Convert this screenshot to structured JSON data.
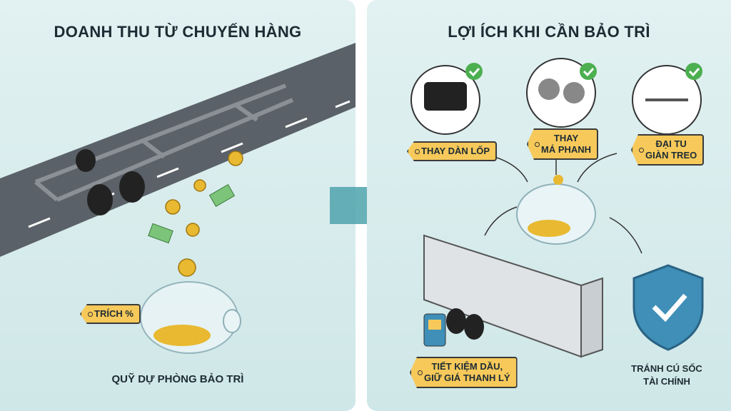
{
  "left_panel": {
    "title": "DOANH THU TỪ CHUYẾN HÀNG",
    "tag_label": "TRÍCH %",
    "caption": "QUỸ DỰ PHÒNG BẢO TRÌ"
  },
  "right_panel": {
    "title": "LỢI ÍCH KHI CẦN BẢO TRÌ",
    "items": [
      {
        "label_line1": "THAY DÀN LỐP",
        "label_line2": ""
      },
      {
        "label_line1": "THAY",
        "label_line2": "MÁ PHANH"
      },
      {
        "label_line1": "ĐẠI TU",
        "label_line2": "GIÀN TREO"
      }
    ],
    "fuel_tag_line1": "TIẾT KIỆM DẦU,",
    "fuel_tag_line2": "GIỮ GIÁ THANH LÝ",
    "shield_caption_line1": "TRÁNH CÚ SỐC",
    "shield_caption_line2": "TÀI CHÍNH"
  },
  "colors": {
    "accent": "#f6c95a",
    "teal": "#4fa3ad",
    "check": "#4caf50",
    "shield": "#3f8fb8"
  }
}
